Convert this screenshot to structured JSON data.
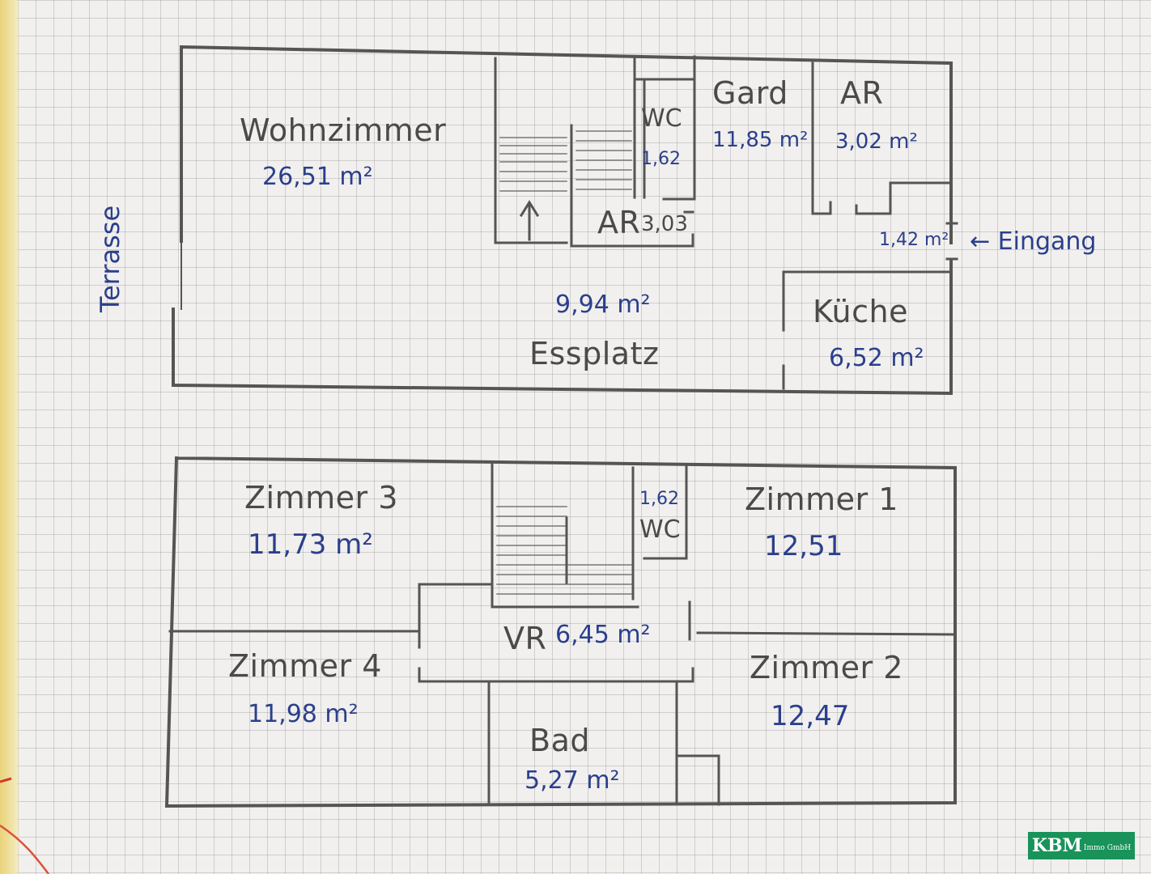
{
  "ground_floor": {
    "wohnzimmer": {
      "name": "Wohnzimmer",
      "area": "26,51 m²"
    },
    "wc": {
      "name": "WC",
      "area": "1,62"
    },
    "gard": {
      "name": "Gard",
      "area": "11,85 m²"
    },
    "ar_top": {
      "name": "AR",
      "area": "3,02 m²"
    },
    "ar_stair": {
      "name": "AR",
      "area": "3,03"
    },
    "entrance_area": "1,42 m²",
    "entrance_label": "← Eingang",
    "terrace_label": "Terrasse",
    "esszplatz": {
      "name": "Essplatz",
      "area": "9,94 m²"
    },
    "kueche": {
      "name": "Küche",
      "area": "6,52 m²"
    }
  },
  "upper_floor": {
    "zimmer3": {
      "name": "Zimmer 3",
      "area": "11,73 m²"
    },
    "wc": {
      "name": "WC",
      "area": "1,62"
    },
    "zimmer1": {
      "name": "Zimmer 1",
      "area": "12,51"
    },
    "vr": {
      "name": "VR",
      "area": "6,45 m²"
    },
    "zimmer4": {
      "name": "Zimmer 4",
      "area": "11,98 m²"
    },
    "zimmer2": {
      "name": "Zimmer 2",
      "area": "12,47"
    },
    "bad": {
      "name": "Bad",
      "area": "5,27 m²"
    }
  },
  "logo": {
    "main": "KBM",
    "sub": "Immo GmbH"
  },
  "colors": {
    "pencil": "#4a4a4a",
    "ink": "#2b3f8c",
    "logo_bg": "#19935a"
  }
}
